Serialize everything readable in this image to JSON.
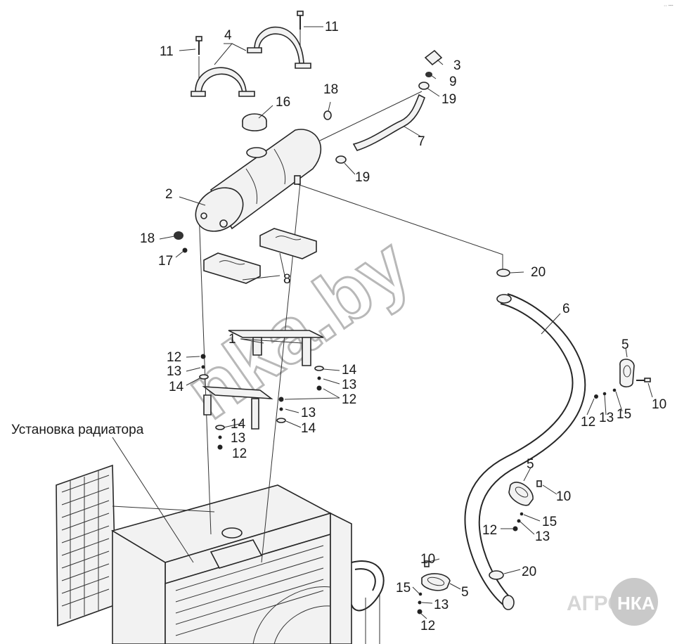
{
  "caption": "Установка радиатора",
  "watermark": "nka.by",
  "logo": {
    "left": "АГРО",
    "right": "НКА",
    "color": "#bdbdbd"
  },
  "corner_mark": "·· ---",
  "callouts": {
    "c1": "1",
    "c2": "2",
    "c3": "3",
    "c4": "4",
    "c5a": "5",
    "c5b": "5",
    "c5c": "5",
    "c6": "6",
    "c7": "7",
    "c8": "8",
    "c9": "9",
    "c10a": "10",
    "c10b": "10",
    "c10c": "10",
    "c11a": "11",
    "c11b": "11",
    "c12a": "12",
    "c12b": "12",
    "c12c": "12",
    "c12d": "12",
    "c12e": "12",
    "c12f": "12",
    "c13a": "13",
    "c13b": "13",
    "c13c": "13",
    "c13d": "13",
    "c13e": "13",
    "c13f": "13",
    "c13g": "13",
    "c14a": "14",
    "c14b": "14",
    "c14c": "14",
    "c14d": "14",
    "c15a": "15",
    "c15b": "15",
    "c15c": "15",
    "c16": "16",
    "c17": "17",
    "c18a": "18",
    "c18b": "18",
    "c19a": "19",
    "c19b": "19",
    "c20a": "20",
    "c20b": "20"
  }
}
